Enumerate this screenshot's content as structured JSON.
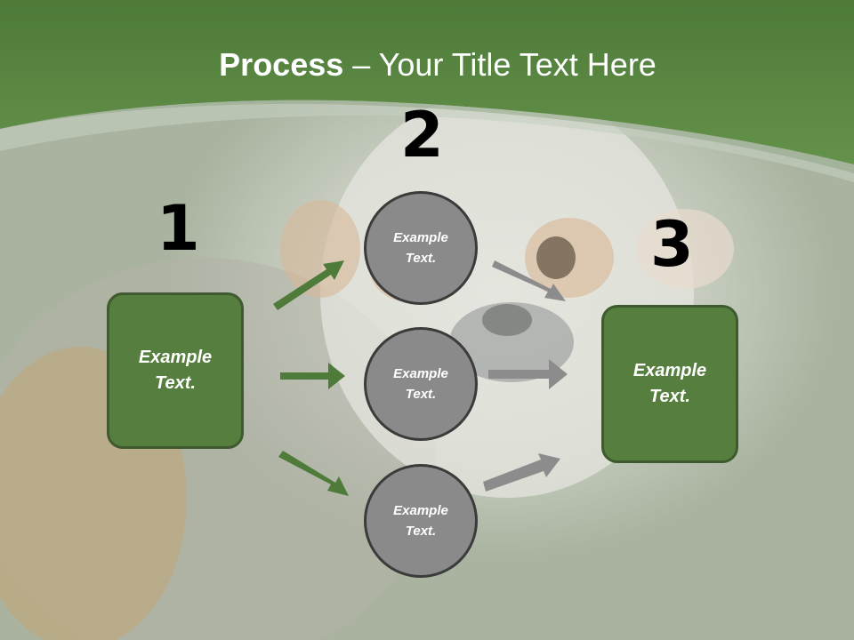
{
  "slide": {
    "title_bold": "Process",
    "title_rest": " – Your Title Text Here"
  },
  "steps": {
    "step1_number": "1",
    "step2_number": "2",
    "step3_number": "3"
  },
  "boxes": {
    "left_text": "Example Text.",
    "right_text": "Example Text."
  },
  "circles": [
    {
      "text": "Example Text."
    },
    {
      "text": "Example Text."
    },
    {
      "text": "Example Text."
    }
  ],
  "colors": {
    "header_green": "#5e8c45",
    "box_green": "#567e3e",
    "arrow_green": "#4f7b3a",
    "arrow_gray": "#8c8c8c",
    "circle_gray": "#8a8a8a"
  }
}
